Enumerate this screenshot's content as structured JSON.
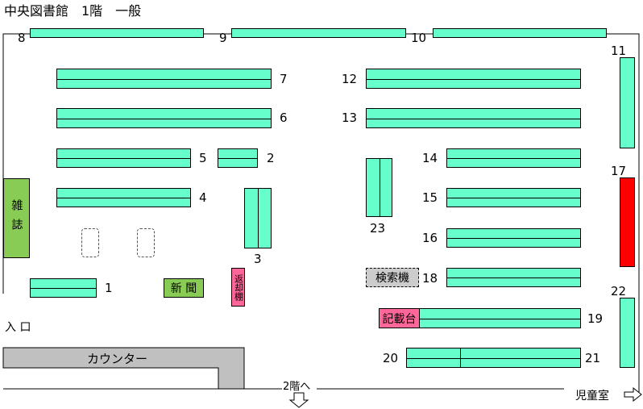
{
  "title": "中央図書館　1階　一般",
  "shelves": [
    {
      "id": "8",
      "label": "8"
    },
    {
      "id": "9",
      "label": "9"
    },
    {
      "id": "10",
      "label": "10"
    },
    {
      "id": "11",
      "label": "11"
    },
    {
      "id": "7",
      "label": "7"
    },
    {
      "id": "6",
      "label": "6"
    },
    {
      "id": "5",
      "label": "5"
    },
    {
      "id": "2",
      "label": "2"
    },
    {
      "id": "4",
      "label": "4"
    },
    {
      "id": "3",
      "label": "3"
    },
    {
      "id": "1",
      "label": "1"
    },
    {
      "id": "12",
      "label": "12"
    },
    {
      "id": "13",
      "label": "13"
    },
    {
      "id": "14",
      "label": "14"
    },
    {
      "id": "15",
      "label": "15"
    },
    {
      "id": "16",
      "label": "16"
    },
    {
      "id": "17",
      "label": "17"
    },
    {
      "id": "18",
      "label": "18"
    },
    {
      "id": "19",
      "label": "19"
    },
    {
      "id": "20",
      "label": "20"
    },
    {
      "id": "21",
      "label": "21"
    },
    {
      "id": "22",
      "label": "22"
    },
    {
      "id": "23",
      "label": "23"
    }
  ],
  "areas": {
    "magazine": "雑誌",
    "newspaper": "新 聞",
    "return_shelf": "返却棚",
    "search_terminal": "検索機",
    "writing_desk": "記載台",
    "counter": "カウンター",
    "entrance": "入 口",
    "to_second_floor": "2階へ",
    "childrens_room": "児童室"
  },
  "colors": {
    "shelf": "#66ffcc",
    "magazine": "#88cc55",
    "newspaper": "#88cc55",
    "return_shelf": "#ff6699",
    "writing_desk": "#ff6699",
    "search_terminal": "#cccccc",
    "counter": "#c0c0c0",
    "shelf_17": "#ff0000"
  }
}
